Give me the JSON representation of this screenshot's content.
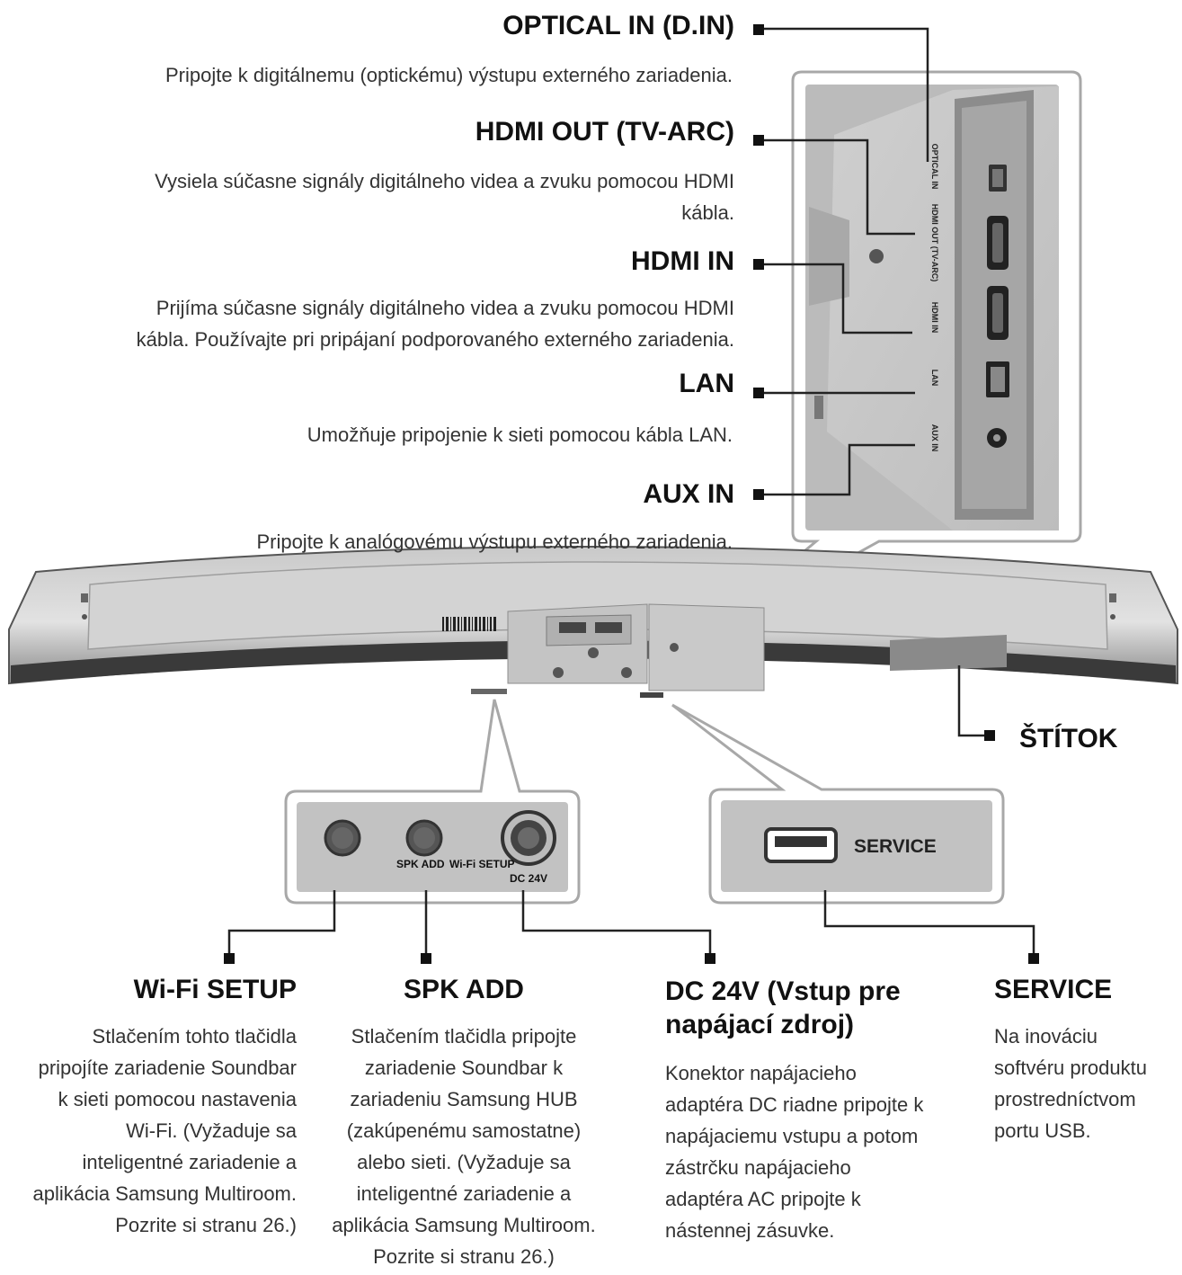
{
  "top_labels": [
    {
      "title": "OPTICAL IN (D.IN)",
      "desc": "Pripojte k digitálnemu (optickému) výstupu externého zariadenia."
    },
    {
      "title": "HDMI OUT (TV-ARC)",
      "desc_lines": [
        "Vysiela súčasne signály digitálneho videa a zvuku pomocou HDMI",
        "kábla."
      ]
    },
    {
      "title": "HDMI IN",
      "desc_lines": [
        "Prijíma súčasne signály digitálneho videa a zvuku pomocou HDMI",
        "kábla. Používajte pri pripájaní podporovaného externého zariadenia."
      ]
    },
    {
      "title": "LAN",
      "desc": "Umožňuje pripojenie k sieti pomocou kábla LAN."
    },
    {
      "title": "AUX IN",
      "desc": "Pripojte k analógovému výstupu externého zariadenia."
    }
  ],
  "panel_port_labels": [
    "OPTICAL IN",
    "HDMI OUT (TV-ARC)",
    "HDMI IN",
    "LAN",
    "AUX IN"
  ],
  "stitok": "ŠTÍTOK",
  "left_panel": {
    "spk_add": "SPK ADD",
    "wifi_setup": "Wi-Fi SETUP",
    "dc": "DC 24V"
  },
  "right_panel": {
    "service": "SERVICE"
  },
  "bottom_labels": [
    {
      "title": "Wi-Fi SETUP",
      "desc_lines": [
        "Stlačením tohto tlačidla",
        "pripojíte zariadenie Soundbar",
        "k sieti pomocou nastavenia",
        "Wi-Fi. (Vyžaduje sa",
        "inteligentné zariadenie a",
        "aplikácia Samsung Multiroom.",
        "Pozrite si stranu 26.)"
      ]
    },
    {
      "title": "SPK ADD",
      "desc_lines": [
        "Stlačením tlačidla pripojte",
        "zariadenie Soundbar k",
        "zariadeniu Samsung HUB",
        "(zakúpenému samostatne)",
        "alebo sieti. (Vyžaduje sa",
        "inteligentné zariadenie a",
        "aplikácia Samsung Multiroom.",
        "Pozrite si stranu 26.)"
      ]
    },
    {
      "title_lines": [
        "DC 24V (Vstup pre",
        "napájací zdroj)"
      ],
      "desc_lines": [
        "Konektor napájacieho",
        "adaptéra DC riadne pripojte k",
        "napájaciemu vstupu a potom",
        "zástrčku napájacieho",
        "adaptéra AC pripojte k",
        "nástennej zásuvke."
      ]
    },
    {
      "title": "SERVICE",
      "desc_lines": [
        "Na inováciu",
        "softvéru produktu",
        "prostredníctvom",
        "portu USB."
      ]
    }
  ]
}
